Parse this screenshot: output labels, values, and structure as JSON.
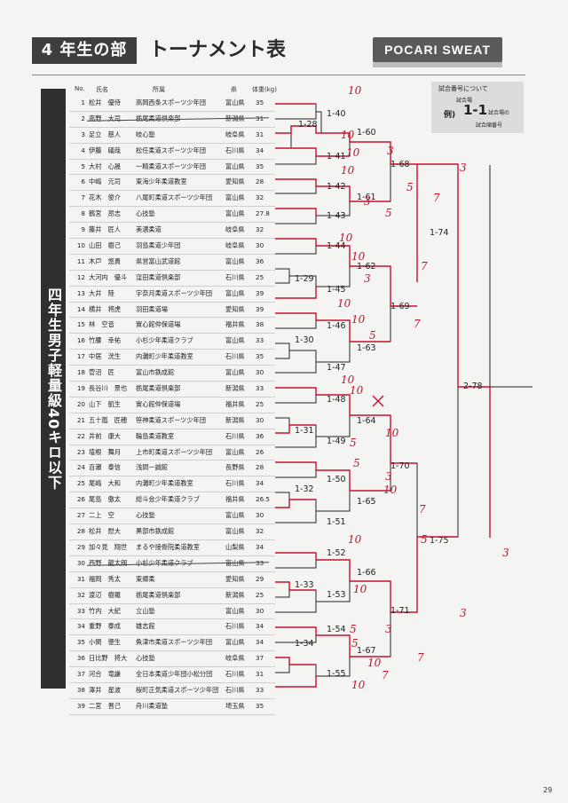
{
  "header": {
    "grade": "4 年生の部",
    "title": "トーナメント表",
    "sponsor": "POCARI SWEAT"
  },
  "division": "四年生男子軽量級40キロ以下",
  "columns": {
    "no": "No.",
    "name": "氏名",
    "club": "所属",
    "pref": "県",
    "weight": "体重(kg)"
  },
  "legend": {
    "title": "試合番号について",
    "venue_label": "試合場",
    "example_label": "例)",
    "example_value": "1-1",
    "venue_note": "試合場の",
    "number_note": "試合順番号"
  },
  "participants": [
    {
      "no": "1",
      "name": "松井　優侍",
      "club": "高岡西条スポーツ少年団",
      "pref": "富山県",
      "weight": "35",
      "withdrawn": false
    },
    {
      "no": "2",
      "name": "高野　大司",
      "club": "栃尾柔道倶楽部",
      "pref": "新潟県",
      "weight": "31",
      "withdrawn": true
    },
    {
      "no": "3",
      "name": "足立　慈人",
      "club": "岐心塾",
      "pref": "岐阜県",
      "weight": "31",
      "withdrawn": false
    },
    {
      "no": "4",
      "name": "伊藤　礒哉",
      "club": "松任柔道スポーツ少年団",
      "pref": "石川県",
      "weight": "34",
      "withdrawn": false
    },
    {
      "no": "5",
      "name": "大村　心晟",
      "club": "一精柔道スポーツ少年団",
      "pref": "富山県",
      "weight": "35",
      "withdrawn": false
    },
    {
      "no": "6",
      "name": "中嶋　元司",
      "club": "東海少年柔道教室",
      "pref": "愛知県",
      "weight": "28",
      "withdrawn": false
    },
    {
      "no": "7",
      "name": "花木　俊介",
      "club": "八尾町柔道スポーツ少年団",
      "pref": "富山県",
      "weight": "32",
      "withdrawn": false
    },
    {
      "no": "8",
      "name": "鶴宮　昂志",
      "club": "心技塾",
      "pref": "富山県",
      "weight": "27.8",
      "withdrawn": false
    },
    {
      "no": "9",
      "name": "藤井　匠人",
      "club": "美濃柔道",
      "pref": "岐阜県",
      "weight": "32",
      "withdrawn": false
    },
    {
      "no": "10",
      "name": "山田　樹己",
      "club": "羽島柔道少年団",
      "pref": "岐阜県",
      "weight": "30",
      "withdrawn": false
    },
    {
      "no": "11",
      "name": "木戸　悠貴",
      "club": "県営富山武道館",
      "pref": "富山県",
      "weight": "36",
      "withdrawn": false
    },
    {
      "no": "12",
      "name": "大河内　優斗",
      "club": "窪田柔道倶楽部",
      "pref": "石川県",
      "weight": "25",
      "withdrawn": false
    },
    {
      "no": "13",
      "name": "大井　陸",
      "club": "宇奈月柔道スポーツ少年団",
      "pref": "富山県",
      "weight": "39",
      "withdrawn": false
    },
    {
      "no": "14",
      "name": "横井　将虎",
      "club": "羽田柔道場",
      "pref": "愛知県",
      "weight": "39",
      "withdrawn": false
    },
    {
      "no": "15",
      "name": "林　空音",
      "club": "實心館仲保道場",
      "pref": "福井県",
      "weight": "38",
      "withdrawn": false
    },
    {
      "no": "16",
      "name": "竹腰　幸祐",
      "club": "小杉少年柔道クラブ",
      "pref": "富山県",
      "weight": "33",
      "withdrawn": false
    },
    {
      "no": "17",
      "name": "中居　洸生",
      "club": "内灘町少年柔道教室",
      "pref": "石川県",
      "weight": "35",
      "withdrawn": false
    },
    {
      "no": "18",
      "name": "菅沼　匠",
      "club": "富山市鉄成館",
      "pref": "富山県",
      "weight": "30",
      "withdrawn": false
    },
    {
      "no": "19",
      "name": "長谷川　景也",
      "club": "栃尾柔道倶楽部",
      "pref": "新潟県",
      "weight": "33",
      "withdrawn": false
    },
    {
      "no": "20",
      "name": "山下　凱生",
      "club": "實心館仲保道場",
      "pref": "福井県",
      "weight": "25",
      "withdrawn": false
    },
    {
      "no": "21",
      "name": "五十嵐　匠穂",
      "club": "笹神柔道スポーツ少年団",
      "pref": "新潟県",
      "weight": "30",
      "withdrawn": false
    },
    {
      "no": "22",
      "name": "井前　康大",
      "club": "輪島柔道教室",
      "pref": "石川県",
      "weight": "36",
      "withdrawn": false
    },
    {
      "no": "23",
      "name": "埴根　舞月",
      "club": "上市町柔道スポーツ少年団",
      "pref": "富山県",
      "weight": "26",
      "withdrawn": false
    },
    {
      "no": "24",
      "name": "百瀬　泰信",
      "club": "浅間一誠館",
      "pref": "長野県",
      "weight": "28",
      "withdrawn": false
    },
    {
      "no": "25",
      "name": "尾嶋　大和",
      "club": "内灘町少年柔道教室",
      "pref": "石川県",
      "weight": "34",
      "withdrawn": false
    },
    {
      "no": "26",
      "name": "尾島　傲太",
      "club": "総斗会少年柔道クラブ",
      "pref": "福井県",
      "weight": "26.5",
      "withdrawn": false
    },
    {
      "no": "27",
      "name": "二上　空",
      "club": "心技塾",
      "pref": "富山県",
      "weight": "30",
      "withdrawn": false
    },
    {
      "no": "28",
      "name": "松井　慰大",
      "club": "黒部市鉄成館",
      "pref": "富山県",
      "weight": "32",
      "withdrawn": false
    },
    {
      "no": "29",
      "name": "加々見　翔世",
      "club": "まるや接骨院柔道教室",
      "pref": "山梨県",
      "weight": "34",
      "withdrawn": false
    },
    {
      "no": "30",
      "name": "西野　龍太朗",
      "club": "小杉少年柔道クラブ",
      "pref": "富山県",
      "weight": "33",
      "withdrawn": true
    },
    {
      "no": "31",
      "name": "福岡　秀太",
      "club": "東郷柔",
      "pref": "愛知県",
      "weight": "29",
      "withdrawn": false
    },
    {
      "no": "32",
      "name": "渡辺　樹羅",
      "club": "栃尾柔道倶楽部",
      "pref": "新潟県",
      "weight": "25",
      "withdrawn": false
    },
    {
      "no": "33",
      "name": "竹内　大紀",
      "club": "立山塾",
      "pref": "富山県",
      "weight": "30",
      "withdrawn": false
    },
    {
      "no": "34",
      "name": "重野　泰成",
      "club": "雄志館",
      "pref": "石川県",
      "weight": "34",
      "withdrawn": false
    },
    {
      "no": "35",
      "name": "小関　徳生",
      "club": "魚津市柔道スポーツ少年団",
      "pref": "富山県",
      "weight": "34",
      "withdrawn": false
    },
    {
      "no": "36",
      "name": "日比野　将大",
      "club": "心技塾",
      "pref": "岐阜県",
      "weight": "37",
      "withdrawn": false
    },
    {
      "no": "37",
      "name": "河合　竜謙",
      "club": "全日本柔道少年団小松分団",
      "pref": "石川県",
      "weight": "31",
      "withdrawn": false
    },
    {
      "no": "38",
      "name": "澤井　星波",
      "club": "桜町正気柔道スポーツ少年団",
      "pref": "石川県",
      "weight": "33",
      "withdrawn": false
    },
    {
      "no": "39",
      "name": "二宮　晋己",
      "club": "舟川柔道塾",
      "pref": "埼玉県",
      "weight": "35",
      "withdrawn": false
    }
  ],
  "matches": {
    "m1_40": "1-40",
    "m1_28": "1-28",
    "m1_60": "1-60",
    "m1_41": "1-41",
    "m1_68": "1-68",
    "m1_42": "1-42",
    "m1_61": "1-61",
    "m1_43": "1-43",
    "m1_74": "1-74",
    "m1_44": "1-44",
    "m1_29": "1-29",
    "m1_45": "1-45",
    "m1_62": "1-62",
    "m1_69": "1-69",
    "m1_46": "1-46",
    "m1_30": "1-30",
    "m1_63": "1-63",
    "m1_47": "1-47",
    "m2_78": "2-78",
    "m1_48": "1-48",
    "m1_64": "1-64",
    "m1_31": "1-31",
    "m1_49": "1-49",
    "m1_70": "1-70",
    "m1_50": "1-50",
    "m1_32": "1-32",
    "m1_65": "1-65",
    "m1_51": "1-51",
    "m1_75": "1-75",
    "m1_52": "1-52",
    "m1_66": "1-66",
    "m1_33": "1-33",
    "m1_53": "1-53",
    "m1_71": "1-71",
    "m1_54": "1-54",
    "m1_34": "1-34",
    "m1_67": "1-67",
    "m1_55": "1-55"
  },
  "handwritten_marks": [
    "10",
    "10",
    "10",
    "3",
    "5",
    "10",
    "3",
    "5",
    "10",
    "10",
    "7",
    "3",
    "10",
    "10",
    "5",
    "7",
    "10",
    "10",
    "5",
    "10",
    "3",
    "7",
    "5",
    "10",
    "3",
    "7",
    "10",
    "10",
    "5",
    "3",
    "3",
    "7",
    "10",
    "5",
    "7",
    "10",
    "3",
    "5"
  ],
  "page_number": "29"
}
